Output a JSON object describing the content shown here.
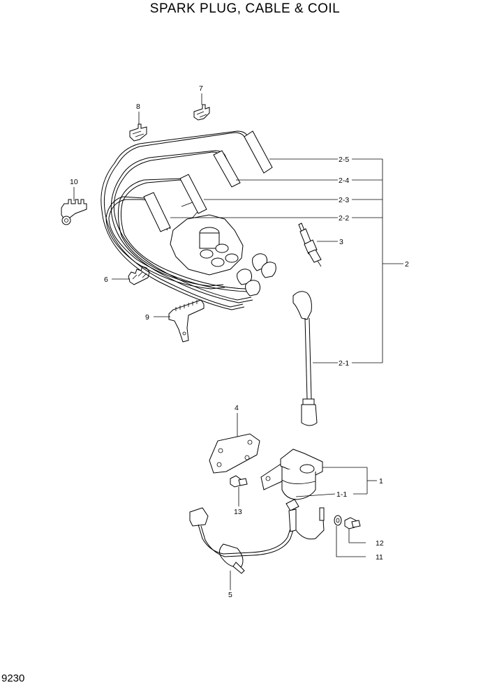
{
  "title": "SPARK PLUG, CABLE & COIL",
  "page_number": "9230",
  "callouts": {
    "c1": "1",
    "c1_1": "1-1",
    "c2": "2",
    "c2_1": "2-1",
    "c2_2": "2-2",
    "c2_3": "2-3",
    "c2_4": "2-4",
    "c2_5": "2-5",
    "c3": "3",
    "c4": "4",
    "c5": "5",
    "c6": "6",
    "c7": "7",
    "c8": "8",
    "c9": "9",
    "c10": "10",
    "c11": "11",
    "c12": "12",
    "c13": "13"
  }
}
